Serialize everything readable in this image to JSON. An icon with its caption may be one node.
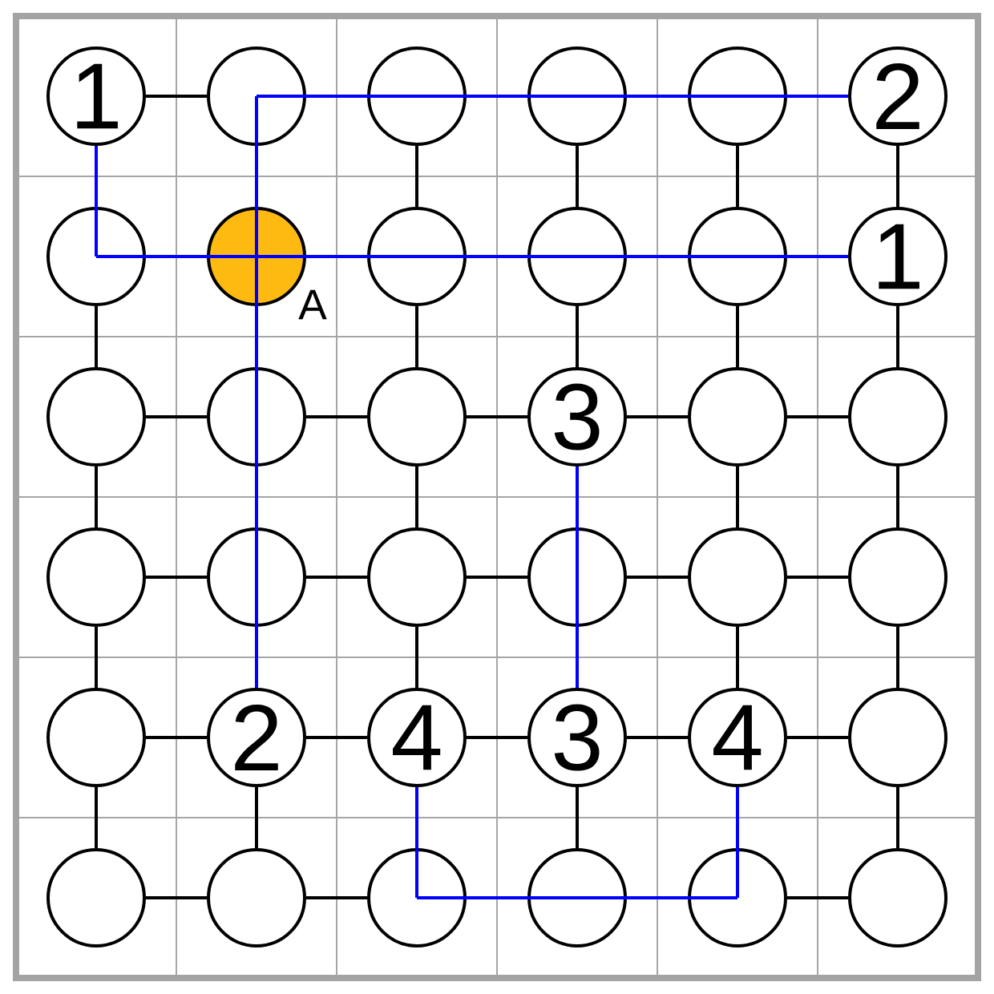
{
  "diagram": {
    "nodes": [
      {
        "text": [
          "1"
        ]
      },
      {
        "text": [],
        "shape": "circle"
      },
      {
        "text": [],
        "shape": "circle"
      },
      {
        "text": [],
        "shape": "circle"
      },
      {
        "text": [],
        "shape": "circle"
      },
      {
        "text": [
          "2"
        ]
      },
      {
        "text": [],
        "shape": "circle"
      },
      {
        "text": [],
        "shape": "circle",
        "beside": [
          "A"
        ]
      },
      {
        "text": [],
        "shape": "circle"
      },
      {
        "text": [],
        "shape": "circle"
      },
      {
        "text": [],
        "shape": "circle"
      },
      {
        "text": [
          "1"
        ]
      },
      {
        "text": [],
        "shape": "circle"
      },
      {
        "text": [],
        "shape": "circle"
      },
      {
        "text": [],
        "shape": "circle"
      },
      {
        "text": [
          "3"
        ]
      },
      {
        "text": [],
        "shape": "circle"
      },
      {
        "text": [],
        "shape": "circle"
      },
      {
        "text": [],
        "shape": "circle"
      },
      {
        "text": [],
        "shape": "circle"
      },
      {
        "text": [],
        "shape": "circle"
      },
      {
        "text": [],
        "shape": "circle"
      },
      {
        "text": [],
        "shape": "circle"
      },
      {
        "text": [],
        "shape": "circle"
      },
      {
        "text": [],
        "shape": "circle"
      },
      {
        "text": [
          "2"
        ]
      },
      {
        "text": [
          "4"
        ]
      },
      {
        "text": [
          "3"
        ]
      },
      {
        "text": [
          "4"
        ]
      },
      {
        "text": [],
        "shape": "circle"
      },
      {
        "text": [],
        "shape": "circle"
      },
      {
        "text": [],
        "shape": "circle"
      },
      {
        "text": [],
        "shape": "circle"
      },
      {
        "text": [],
        "shape": "circle"
      },
      {
        "text": [],
        "shape": "circle"
      },
      {
        "text": [],
        "shape": "circle"
      }
    ],
    "edges": [
      {
        "from": 0,
        "to": 1,
        "arrow": "none"
      },
      {
        "from": 1,
        "to": 2,
        "arrow": "none",
        "color": "#0000ff"
      },
      {
        "from": 2,
        "to": 3,
        "arrow": "none",
        "color": "#0000ff"
      },
      {
        "from": 3,
        "to": 4,
        "arrow": "none",
        "color": "#0000ff"
      },
      {
        "from": 4,
        "to": 5,
        "arrow": "none",
        "color": "#0000ff"
      },
      {
        "from": 6,
        "to": 7,
        "arrow": "none",
        "color": "#0000ff"
      },
      {
        "from": 7,
        "to": 8,
        "arrow": "none",
        "color": "#0000ff"
      },
      {
        "from": 8,
        "to": 9,
        "arrow": "none",
        "color": "#0000ff"
      },
      {
        "from": 9,
        "to": 10,
        "arrow": "none",
        "color": "#0000ff"
      },
      {
        "from": 10,
        "to": 11,
        "arrow": "none",
        "color": "#0000ff"
      },
      {
        "from": 12,
        "to": 13,
        "arrow": "none"
      },
      {
        "from": 13,
        "to": 14,
        "arrow": "none"
      },
      {
        "from": 14,
        "to": 15,
        "arrow": "none"
      },
      {
        "from": 15,
        "to": 16,
        "arrow": "none"
      },
      {
        "from": 16,
        "to": 17,
        "arrow": "none"
      },
      {
        "from": 18,
        "to": 19,
        "arrow": "none"
      },
      {
        "from": 19,
        "to": 20,
        "arrow": "none"
      },
      {
        "from": 20,
        "to": 21,
        "arrow": "none"
      },
      {
        "from": 21,
        "to": 22,
        "arrow": "none"
      },
      {
        "from": 22,
        "to": 23,
        "arrow": "none"
      },
      {
        "from": 24,
        "to": 25,
        "arrow": "none"
      },
      {
        "from": 25,
        "to": 26,
        "arrow": "none"
      },
      {
        "from": 26,
        "to": 27,
        "arrow": "none"
      },
      {
        "from": 27,
        "to": 28,
        "arrow": "none"
      },
      {
        "from": 28,
        "to": 29,
        "arrow": "none"
      },
      {
        "from": 30,
        "to": 31,
        "arrow": "none"
      },
      {
        "from": 31,
        "to": 32,
        "arrow": "none"
      },
      {
        "from": 32,
        "to": 33,
        "arrow": "none",
        "color": "#0000ff"
      },
      {
        "from": 33,
        "to": 34,
        "arrow": "none",
        "color": "#0000ff"
      },
      {
        "from": 34,
        "to": 35,
        "arrow": "none"
      },
      {
        "from": 0,
        "to": 6,
        "arrow": "none",
        "color": "#0000ff"
      },
      {
        "from": 6,
        "to": 12,
        "arrow": "none"
      },
      {
        "from": 12,
        "to": 18,
        "arrow": "none"
      },
      {
        "from": 18,
        "to": 24,
        "arrow": "none"
      },
      {
        "from": 24,
        "to": 30,
        "arrow": "none"
      },
      {
        "from": 1,
        "to": 7,
        "arrow": "none",
        "color": "#0000ff"
      },
      {
        "from": 7,
        "to": 13,
        "arrow": "none",
        "color": "#0000ff"
      },
      {
        "from": 13,
        "to": 19,
        "arrow": "none",
        "color": "#0000ff"
      },
      {
        "from": 19,
        "to": 25,
        "arrow": "none",
        "color": "#0000ff"
      },
      {
        "from": 25,
        "to": 31,
        "arrow": "none"
      },
      {
        "from": 2,
        "to": 8,
        "arrow": "none"
      },
      {
        "from": 8,
        "to": 14,
        "arrow": "none"
      },
      {
        "from": 14,
        "to": 20,
        "arrow": "none"
      },
      {
        "from": 20,
        "to": 26,
        "arrow": "none"
      },
      {
        "from": 26,
        "to": 32,
        "arrow": "none",
        "color": "#0000ff"
      },
      {
        "from": 3,
        "to": 9,
        "arrow": "none"
      },
      {
        "from": 9,
        "to": 15,
        "arrow": "none"
      },
      {
        "from": 15,
        "to": 21,
        "arrow": "none",
        "color": "#0000ff"
      },
      {
        "from": 21,
        "to": 27,
        "arrow": "none",
        "color": "#0000ff"
      },
      {
        "from": 27,
        "to": 33,
        "arrow": "none"
      },
      {
        "from": 4,
        "to": 10,
        "arrow": "none"
      },
      {
        "from": 10,
        "to": 16,
        "arrow": "none"
      },
      {
        "from": 16,
        "to": 22,
        "arrow": "none"
      },
      {
        "from": 22,
        "to": 28,
        "arrow": "none"
      },
      {
        "from": 28,
        "to": 34,
        "arrow": "none",
        "color": "#0000ff"
      },
      {
        "from": 5,
        "to": 11,
        "arrow": "none"
      },
      {
        "from": 11,
        "to": 17,
        "arrow": "none"
      },
      {
        "from": 17,
        "to": 23,
        "arrow": "none"
      },
      {
        "from": 23,
        "to": 29,
        "arrow": "none"
      },
      {
        "from": 29,
        "to": 35,
        "arrow": "none"
      }
    ]
  }
}
